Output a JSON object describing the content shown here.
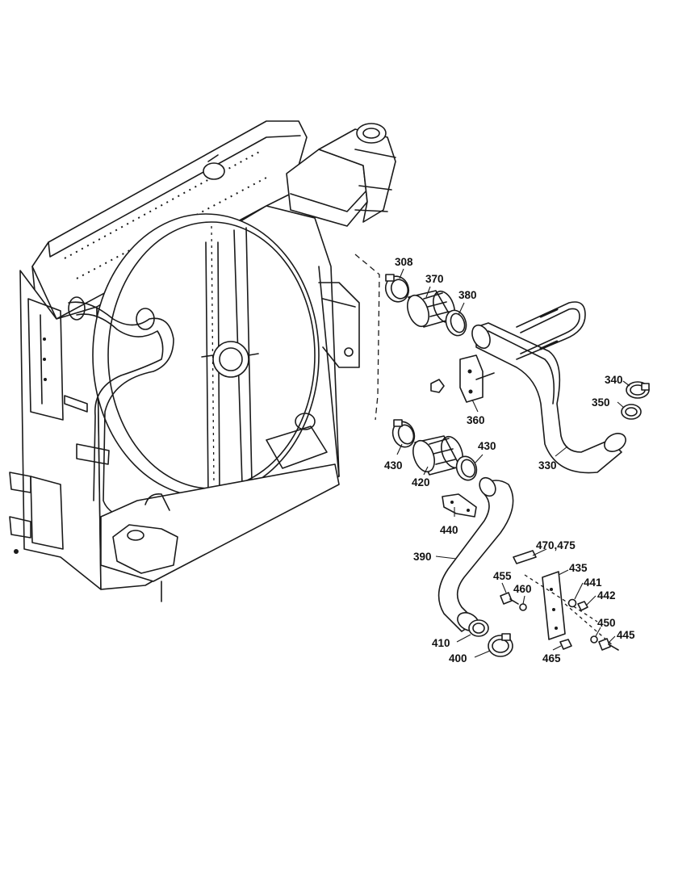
{
  "colors": {
    "ink": "#1a1a1a",
    "background": "#ffffff"
  },
  "callouts": {
    "c308": "308",
    "c370": "370",
    "c380": "380",
    "c340": "340",
    "c350": "350",
    "c360": "360",
    "c330": "330",
    "c430a": "430",
    "c430b": "430",
    "c420": "420",
    "c440": "440",
    "c390": "390",
    "c470": "470,475",
    "c435": "435",
    "c441": "441",
    "c442": "442",
    "c455": "455",
    "c460": "460",
    "c450": "450",
    "c445": "445",
    "c410": "410",
    "c400": "400",
    "c465": "465"
  }
}
